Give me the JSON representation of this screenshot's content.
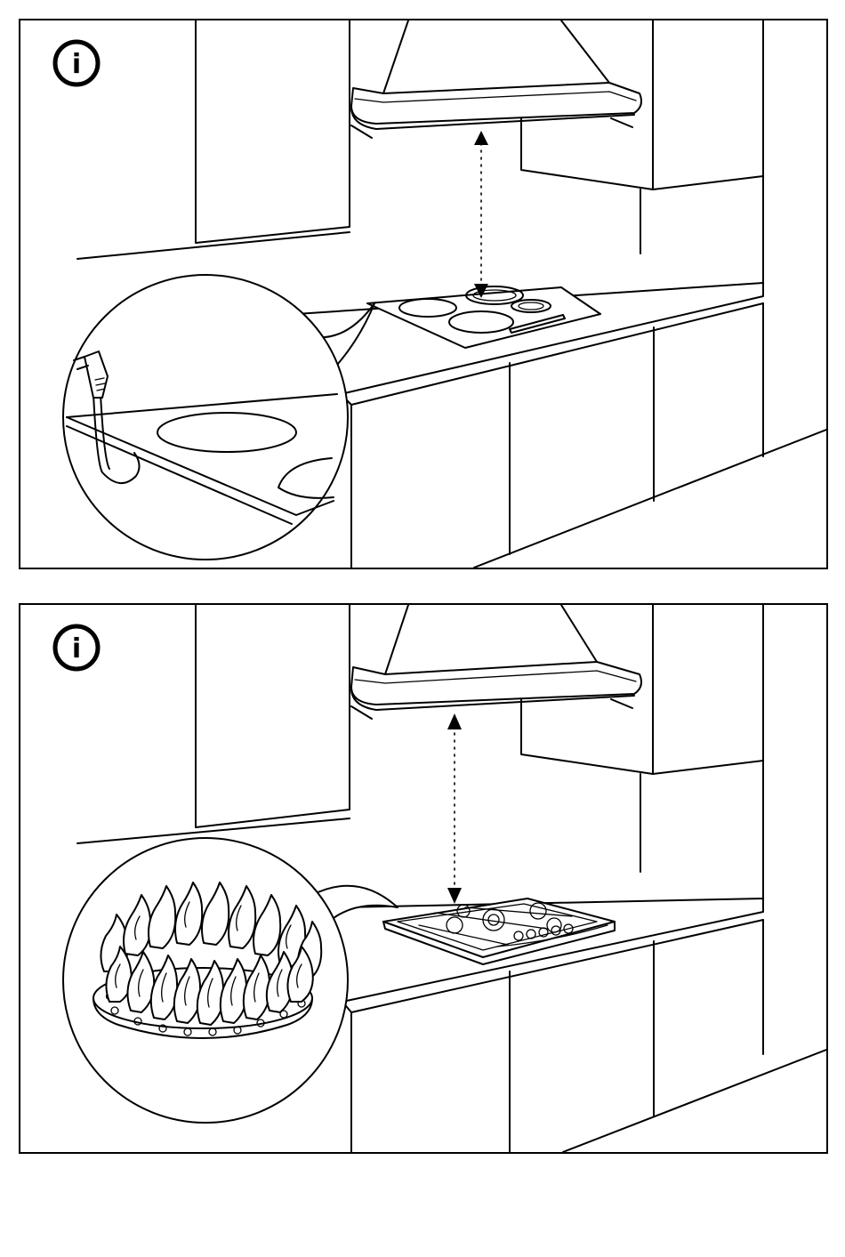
{
  "panels": [
    {
      "id": "electric-hob-clearance",
      "info_icon": "info-icon",
      "hob_type": "electric",
      "detail": "power-plug-icon"
    },
    {
      "id": "gas-hob-clearance",
      "info_icon": "info-icon",
      "hob_type": "gas",
      "detail": "gas-flame-icon"
    }
  ],
  "info_glyph": "i",
  "colors": {
    "line": "#000000",
    "background": "#ffffff"
  }
}
